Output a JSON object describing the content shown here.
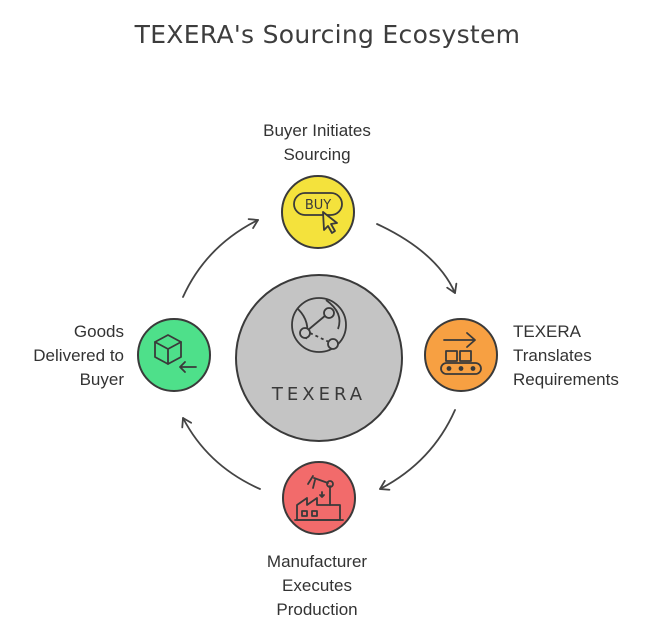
{
  "title": "TEXERA's Sourcing Ecosystem",
  "center": {
    "label": "TEXERA",
    "icon": "network-globe-icon"
  },
  "nodes": {
    "top": {
      "lines": [
        "Buyer Initiates",
        "Sourcing"
      ],
      "icon": "buy-click-icon",
      "icon_text": "BUY",
      "color": "#f4e23c"
    },
    "right": {
      "lines": [
        "TEXERA",
        "Translates",
        "Requirements"
      ],
      "icon": "conveyor-icon",
      "color": "#f7a042"
    },
    "bottom": {
      "lines": [
        "Manufacturer",
        "Executes",
        "Production"
      ],
      "icon": "factory-robot-arm-icon",
      "color": "#f26b6b"
    },
    "left": {
      "lines": [
        "Goods",
        "Delivered to",
        "Buyer"
      ],
      "icon": "box-delivery-icon",
      "color": "#4ee08a"
    }
  },
  "colors": {
    "center_fill": "#c4c4c4",
    "outline": "#3a3a3a",
    "arrow": "#444444"
  }
}
